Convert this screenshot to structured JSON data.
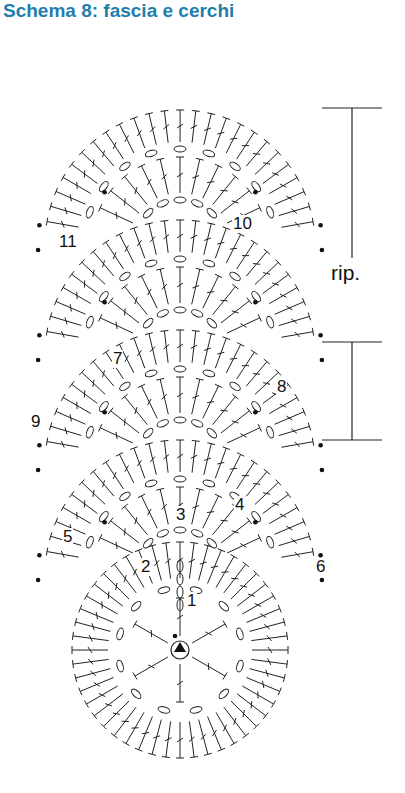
{
  "diagram": {
    "title": "Schema 8: fascia e cerchi",
    "labels": [
      "1",
      "2",
      "3",
      "4",
      "5",
      "6",
      "7",
      "8",
      "9",
      "10",
      "11",
      "rip."
    ]
  }
}
